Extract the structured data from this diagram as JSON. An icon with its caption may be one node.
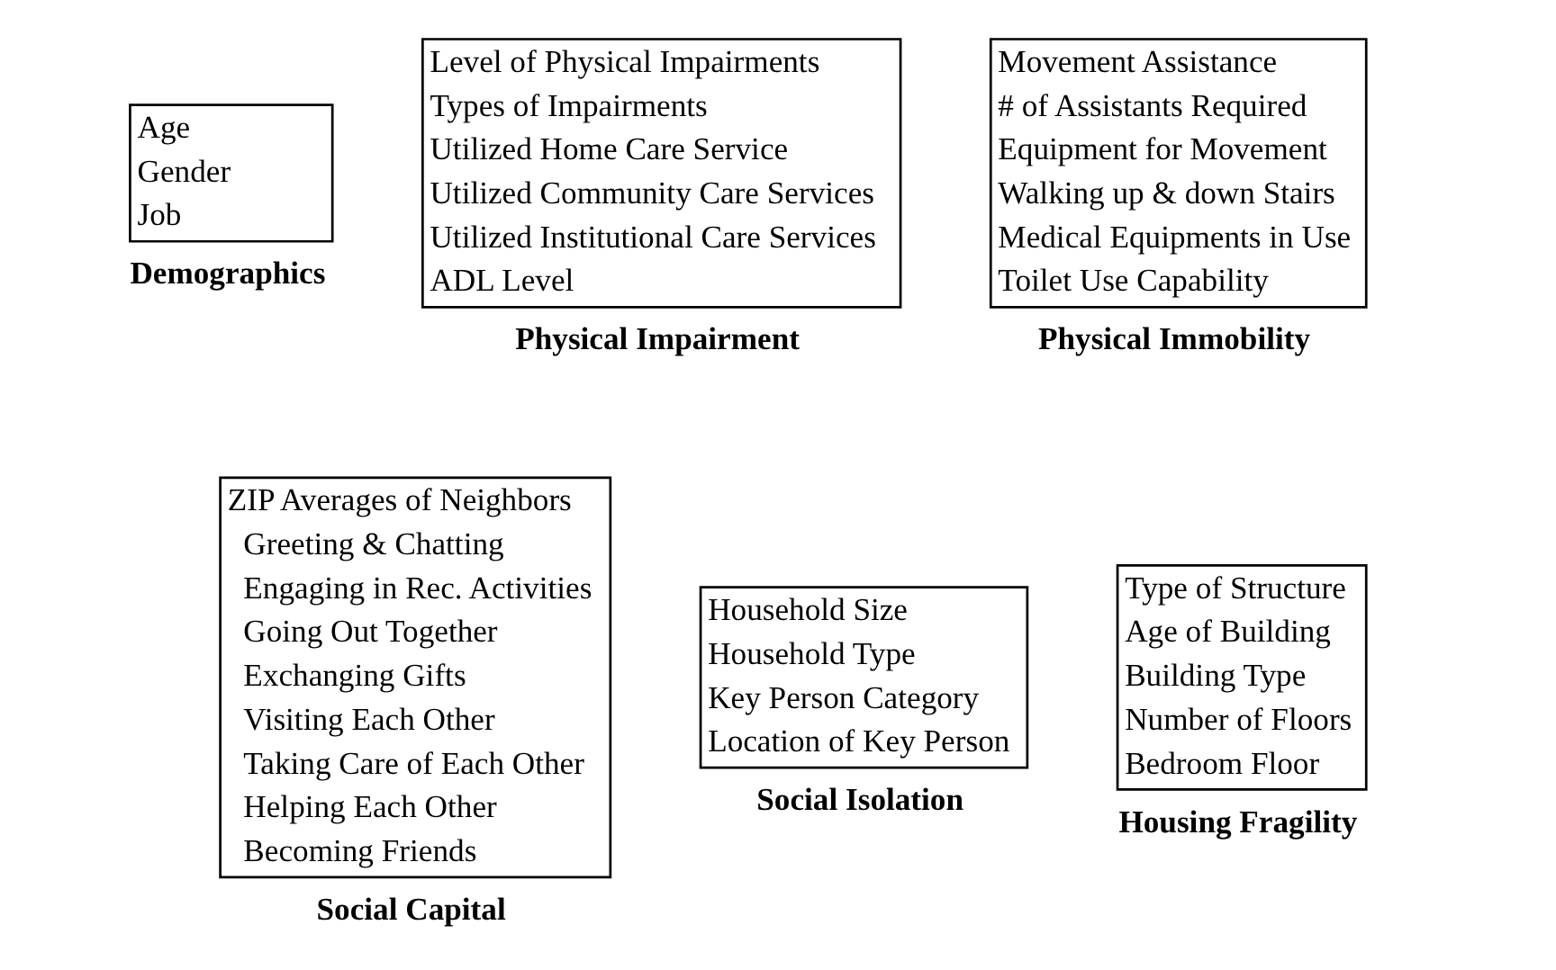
{
  "diagram": {
    "nodes": [
      {
        "text": [
          "Age",
          "Gender",
          "Job",
          "Demographics"
        ]
      },
      {
        "text": [
          "Level of Physical Impairments",
          "Types of Impairments",
          "Utilized Home Care Service",
          "Utilized Community Care Services",
          "Utilized Institutional Care Services",
          "ADL Level",
          "Physical Impairment"
        ]
      },
      {
        "text": [
          "Movement Assistance",
          "# of Assistants Required",
          "Equipment for Movement",
          "Walking up & down Stairs",
          "Medical Equipments in Use",
          "Toilet Use Capability",
          "Physical Immobility"
        ]
      },
      {
        "text": [
          "ZIP Averages of Neighbors",
          "Greeting & Chatting",
          "Engaging in Rec. Activities",
          "Going Out Together",
          "Exchanging Gifts",
          "Visiting Each Other",
          "Taking Care of Each Other",
          "Helping Each Other",
          "Becoming Friends",
          "Social Capital"
        ]
      },
      {
        "text": [
          "Household Size",
          "Household Type",
          "Key Person Category",
          "Location of Key Person",
          "Social Isolation"
        ]
      },
      {
        "text": [
          "Type of Structure",
          "Age of Building",
          "Building Type",
          "Number of Floors",
          "Bedroom Floor",
          "Housing Fragility"
        ]
      }
    ]
  }
}
